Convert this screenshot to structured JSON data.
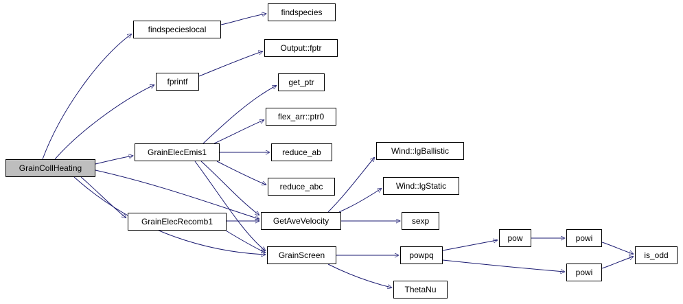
{
  "diagram": {
    "kind": "call-graph",
    "colors": {
      "edge": "#191970",
      "node_border": "#000000",
      "node_fill": "#ffffff",
      "root_fill": "#bebebe",
      "background": "#ffffff"
    },
    "nodes": [
      {
        "id": "GrainCollHeating",
        "label": "GrainCollHeating",
        "type": "root"
      },
      {
        "id": "findspecieslocal",
        "label": "findspecieslocal",
        "type": "function"
      },
      {
        "id": "fprintf",
        "label": "fprintf",
        "type": "function"
      },
      {
        "id": "GrainElecEmis1",
        "label": "GrainElecEmis1",
        "type": "function"
      },
      {
        "id": "GrainElecRecomb1",
        "label": "GrainElecRecomb1",
        "type": "function"
      },
      {
        "id": "findspecies",
        "label": "findspecies",
        "type": "function"
      },
      {
        "id": "Output::fptr",
        "label": "Output::fptr",
        "type": "function"
      },
      {
        "id": "get_ptr",
        "label": "get_ptr",
        "type": "function"
      },
      {
        "id": "flex_arr::ptr0",
        "label": "flex_arr::ptr0",
        "type": "function"
      },
      {
        "id": "reduce_ab",
        "label": "reduce_ab",
        "type": "function"
      },
      {
        "id": "reduce_abc",
        "label": "reduce_abc",
        "type": "function"
      },
      {
        "id": "GetAveVelocity",
        "label": "GetAveVelocity",
        "type": "function"
      },
      {
        "id": "GrainScreen",
        "label": "GrainScreen",
        "type": "function"
      },
      {
        "id": "Wind::lgBallistic",
        "label": "Wind::lgBallistic",
        "type": "function"
      },
      {
        "id": "Wind::lgStatic",
        "label": "Wind::lgStatic",
        "type": "function"
      },
      {
        "id": "sexp",
        "label": "sexp",
        "type": "function"
      },
      {
        "id": "powpq",
        "label": "powpq",
        "type": "function"
      },
      {
        "id": "ThetaNu",
        "label": "ThetaNu",
        "type": "function"
      },
      {
        "id": "pow",
        "label": "pow",
        "type": "function"
      },
      {
        "id": "powi-1",
        "label": "powi",
        "type": "function"
      },
      {
        "id": "powi-2",
        "label": "powi",
        "type": "function"
      },
      {
        "id": "is_odd",
        "label": "is_odd",
        "type": "function"
      }
    ],
    "edges": [
      {
        "from": "GrainCollHeating",
        "to": "findspecieslocal"
      },
      {
        "from": "GrainCollHeating",
        "to": "fprintf"
      },
      {
        "from": "GrainCollHeating",
        "to": "GrainElecEmis1"
      },
      {
        "from": "GrainCollHeating",
        "to": "GrainElecRecomb1"
      },
      {
        "from": "GrainCollHeating",
        "to": "GetAveVelocity"
      },
      {
        "from": "GrainCollHeating",
        "to": "GrainScreen"
      },
      {
        "from": "findspecieslocal",
        "to": "findspecies"
      },
      {
        "from": "fprintf",
        "to": "Output::fptr"
      },
      {
        "from": "GrainElecEmis1",
        "to": "get_ptr"
      },
      {
        "from": "GrainElecEmis1",
        "to": "flex_arr::ptr0"
      },
      {
        "from": "GrainElecEmis1",
        "to": "reduce_ab"
      },
      {
        "from": "GrainElecEmis1",
        "to": "reduce_abc"
      },
      {
        "from": "GrainElecEmis1",
        "to": "GetAveVelocity"
      },
      {
        "from": "GrainElecEmis1",
        "to": "GrainScreen"
      },
      {
        "from": "GrainElecRecomb1",
        "to": "GetAveVelocity"
      },
      {
        "from": "GrainElecRecomb1",
        "to": "GrainScreen"
      },
      {
        "from": "GetAveVelocity",
        "to": "Wind::lgBallistic"
      },
      {
        "from": "GetAveVelocity",
        "to": "Wind::lgStatic"
      },
      {
        "from": "GetAveVelocity",
        "to": "sexp"
      },
      {
        "from": "GrainScreen",
        "to": "powpq"
      },
      {
        "from": "GrainScreen",
        "to": "ThetaNu"
      },
      {
        "from": "powpq",
        "to": "pow"
      },
      {
        "from": "powpq",
        "to": "powi-2"
      },
      {
        "from": "pow",
        "to": "powi-1"
      },
      {
        "from": "powi-1",
        "to": "is_odd"
      },
      {
        "from": "powi-2",
        "to": "is_odd"
      }
    ]
  }
}
